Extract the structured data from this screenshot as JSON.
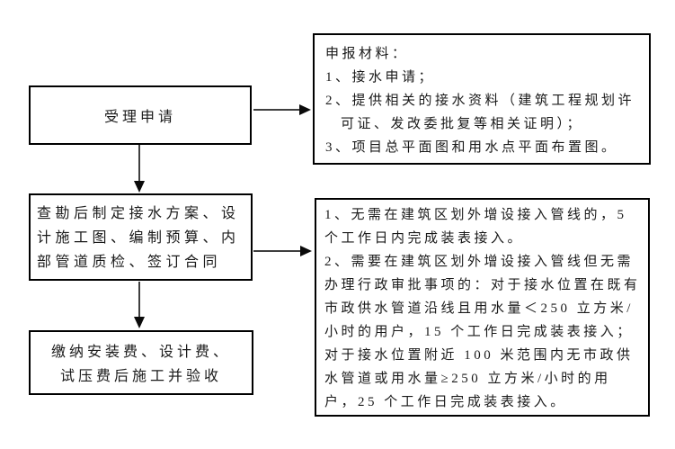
{
  "canvas": {
    "colors": {
      "bg": "#ffffff",
      "text": "#1a1a1a",
      "border": "#000000",
      "arrow-line": "#3f3f3f",
      "arrow-head": "#0a0a0a"
    }
  },
  "nodes": {
    "accept": {
      "label": "受理申请"
    },
    "survey": {
      "lines": [
        "查勘后制定接水方案、设",
        "计施工图、编制预算、内",
        "部管道质检、签订合同"
      ]
    },
    "payment": {
      "lines": [
        "缴纳安装费、设计费、",
        "试压费后施工并验收"
      ]
    },
    "materials": {
      "title": "申报材料：",
      "items": [
        "1、接水申请；",
        "2、提供相关的接水资料（建筑工程规划许可证、发改委批复等相关证明）；",
        "3、项目总平面图和用水点平面布置图。"
      ]
    },
    "timeline": {
      "items": [
        "1、无需在建筑区划外增设接入管线的，5 个工作日内完成装表接入。",
        "2、需要在建筑区划外增设接入管线但无需办理行政审批事项的：对于接水位置在既有市政供水管道沿线且用水量＜250 立方米/小时的用户，15 个工作日完成装表接入；对于接水位置附近 100 米范围内无市政供水管道或用水量≥250 立方米/小时的用户，25 个工作日完成装表接入。"
      ]
    }
  }
}
